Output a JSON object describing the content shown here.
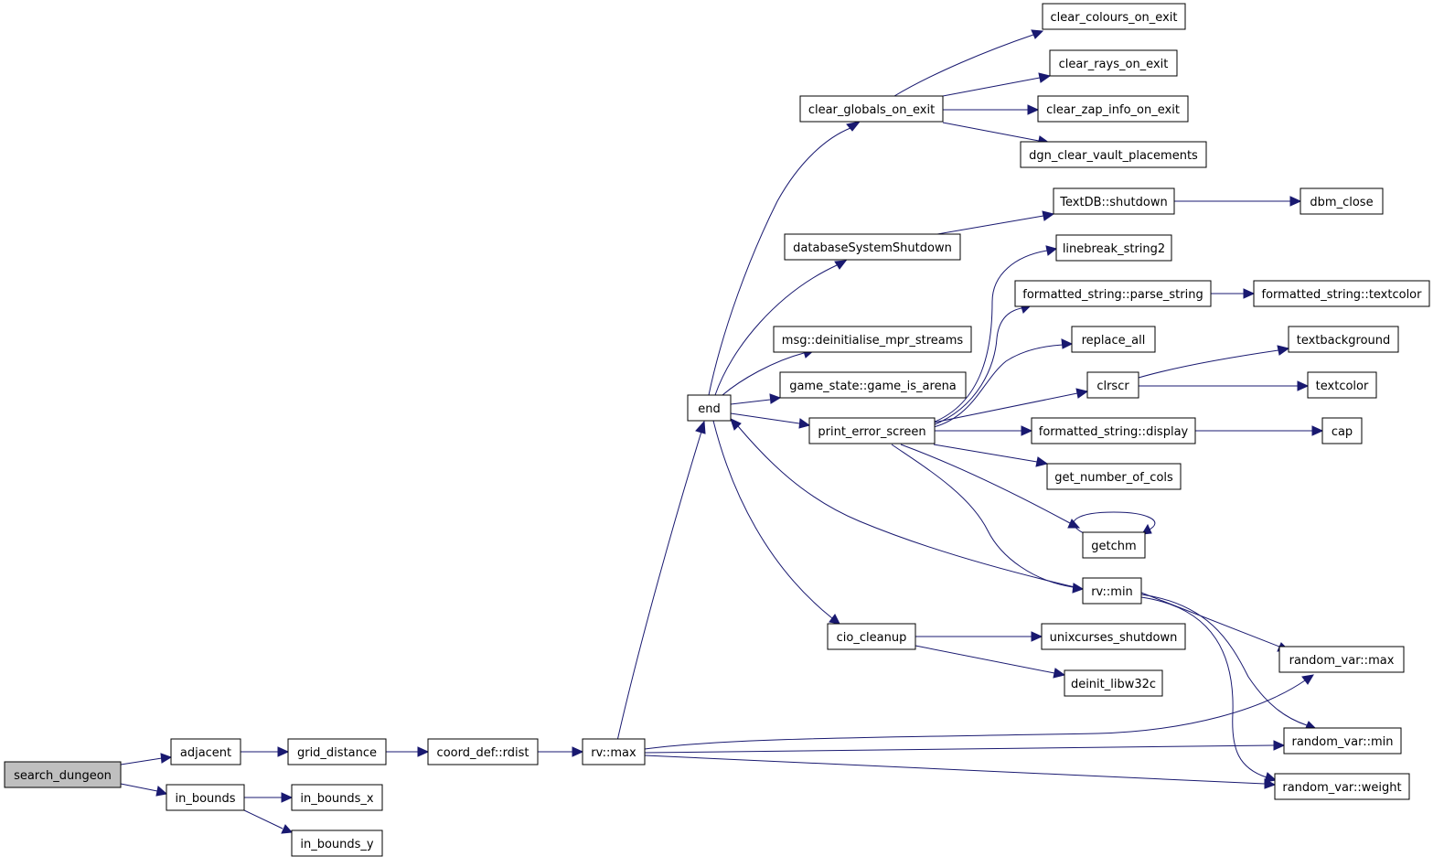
{
  "colors": {
    "edge": "#191970",
    "root_fill": "#bfbfbf",
    "node_fill": "#ffffff",
    "node_border": "#000000"
  },
  "nodes": {
    "search_dungeon": "search_dungeon",
    "adjacent": "adjacent",
    "in_bounds": "in_bounds",
    "grid_distance": "grid_distance",
    "in_bounds_x": "in_bounds_x",
    "in_bounds_y": "in_bounds_y",
    "coord_def_rdist": "coord_def::rdist",
    "rv_max": "rv::max",
    "end": "end",
    "clear_globals_on_exit": "clear_globals_on_exit",
    "clear_colours_on_exit": "clear_colours_on_exit",
    "clear_rays_on_exit": "clear_rays_on_exit",
    "clear_zap_info_on_exit": "clear_zap_info_on_exit",
    "dgn_clear_vault_placements": "dgn_clear_vault_placements",
    "databaseSystemShutdown": "databaseSystemShutdown",
    "textdb_shutdown": "TextDB::shutdown",
    "dbm_close": "dbm_close",
    "msg_deinitialise": "msg::deinitialise_mpr_streams",
    "game_is_arena": "game_state::game_is_arena",
    "print_error_screen": "print_error_screen",
    "linebreak_string2": "linebreak_string2",
    "parse_string": "formatted_string::parse_string",
    "fs_textcolor": "formatted_string::textcolor",
    "replace_all": "replace_all",
    "clrscr": "clrscr",
    "textbackground": "textbackground",
    "textcolor": "textcolor",
    "fs_display": "formatted_string::display",
    "cap": "cap",
    "get_number_of_cols": "get_number_of_cols",
    "getchm": "getchm",
    "rv_min": "rv::min",
    "cio_cleanup": "cio_cleanup",
    "unixcurses_shutdown": "unixcurses_shutdown",
    "deinit_libw32c": "deinit_libw32c",
    "random_var_max": "random_var::max",
    "random_var_min": "random_var::min",
    "random_var_weight": "random_var::weight"
  }
}
